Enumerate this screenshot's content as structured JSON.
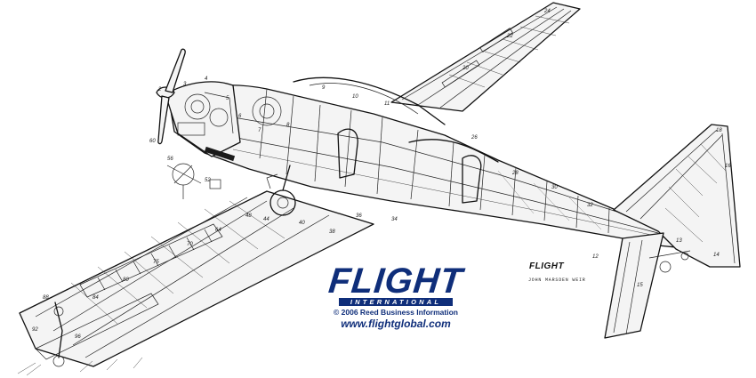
{
  "logo": {
    "brand": "FLIGHT",
    "subtitle": "INTERNATIONAL",
    "copyright": "© 2006 Reed Business Information",
    "url": "www.flightglobal.com"
  },
  "drawing": {
    "mini_logo": "FLIGHT",
    "artist_signature": "JOHN MARSDEN WEIR",
    "callouts": [
      "18",
      "16",
      "13",
      "14",
      "15",
      "12",
      "2",
      "3",
      "4",
      "5",
      "6",
      "7",
      "8",
      "9",
      "10",
      "11",
      "20",
      "22",
      "24",
      "26",
      "28",
      "30",
      "32",
      "34",
      "36",
      "38",
      "40",
      "44",
      "48",
      "52",
      "56",
      "60",
      "64",
      "70",
      "75",
      "80",
      "84",
      "88",
      "92",
      "96"
    ]
  },
  "colors": {
    "ink": "#111111",
    "paper": "#ffffff",
    "brand_blue": "#0f2e7a"
  }
}
